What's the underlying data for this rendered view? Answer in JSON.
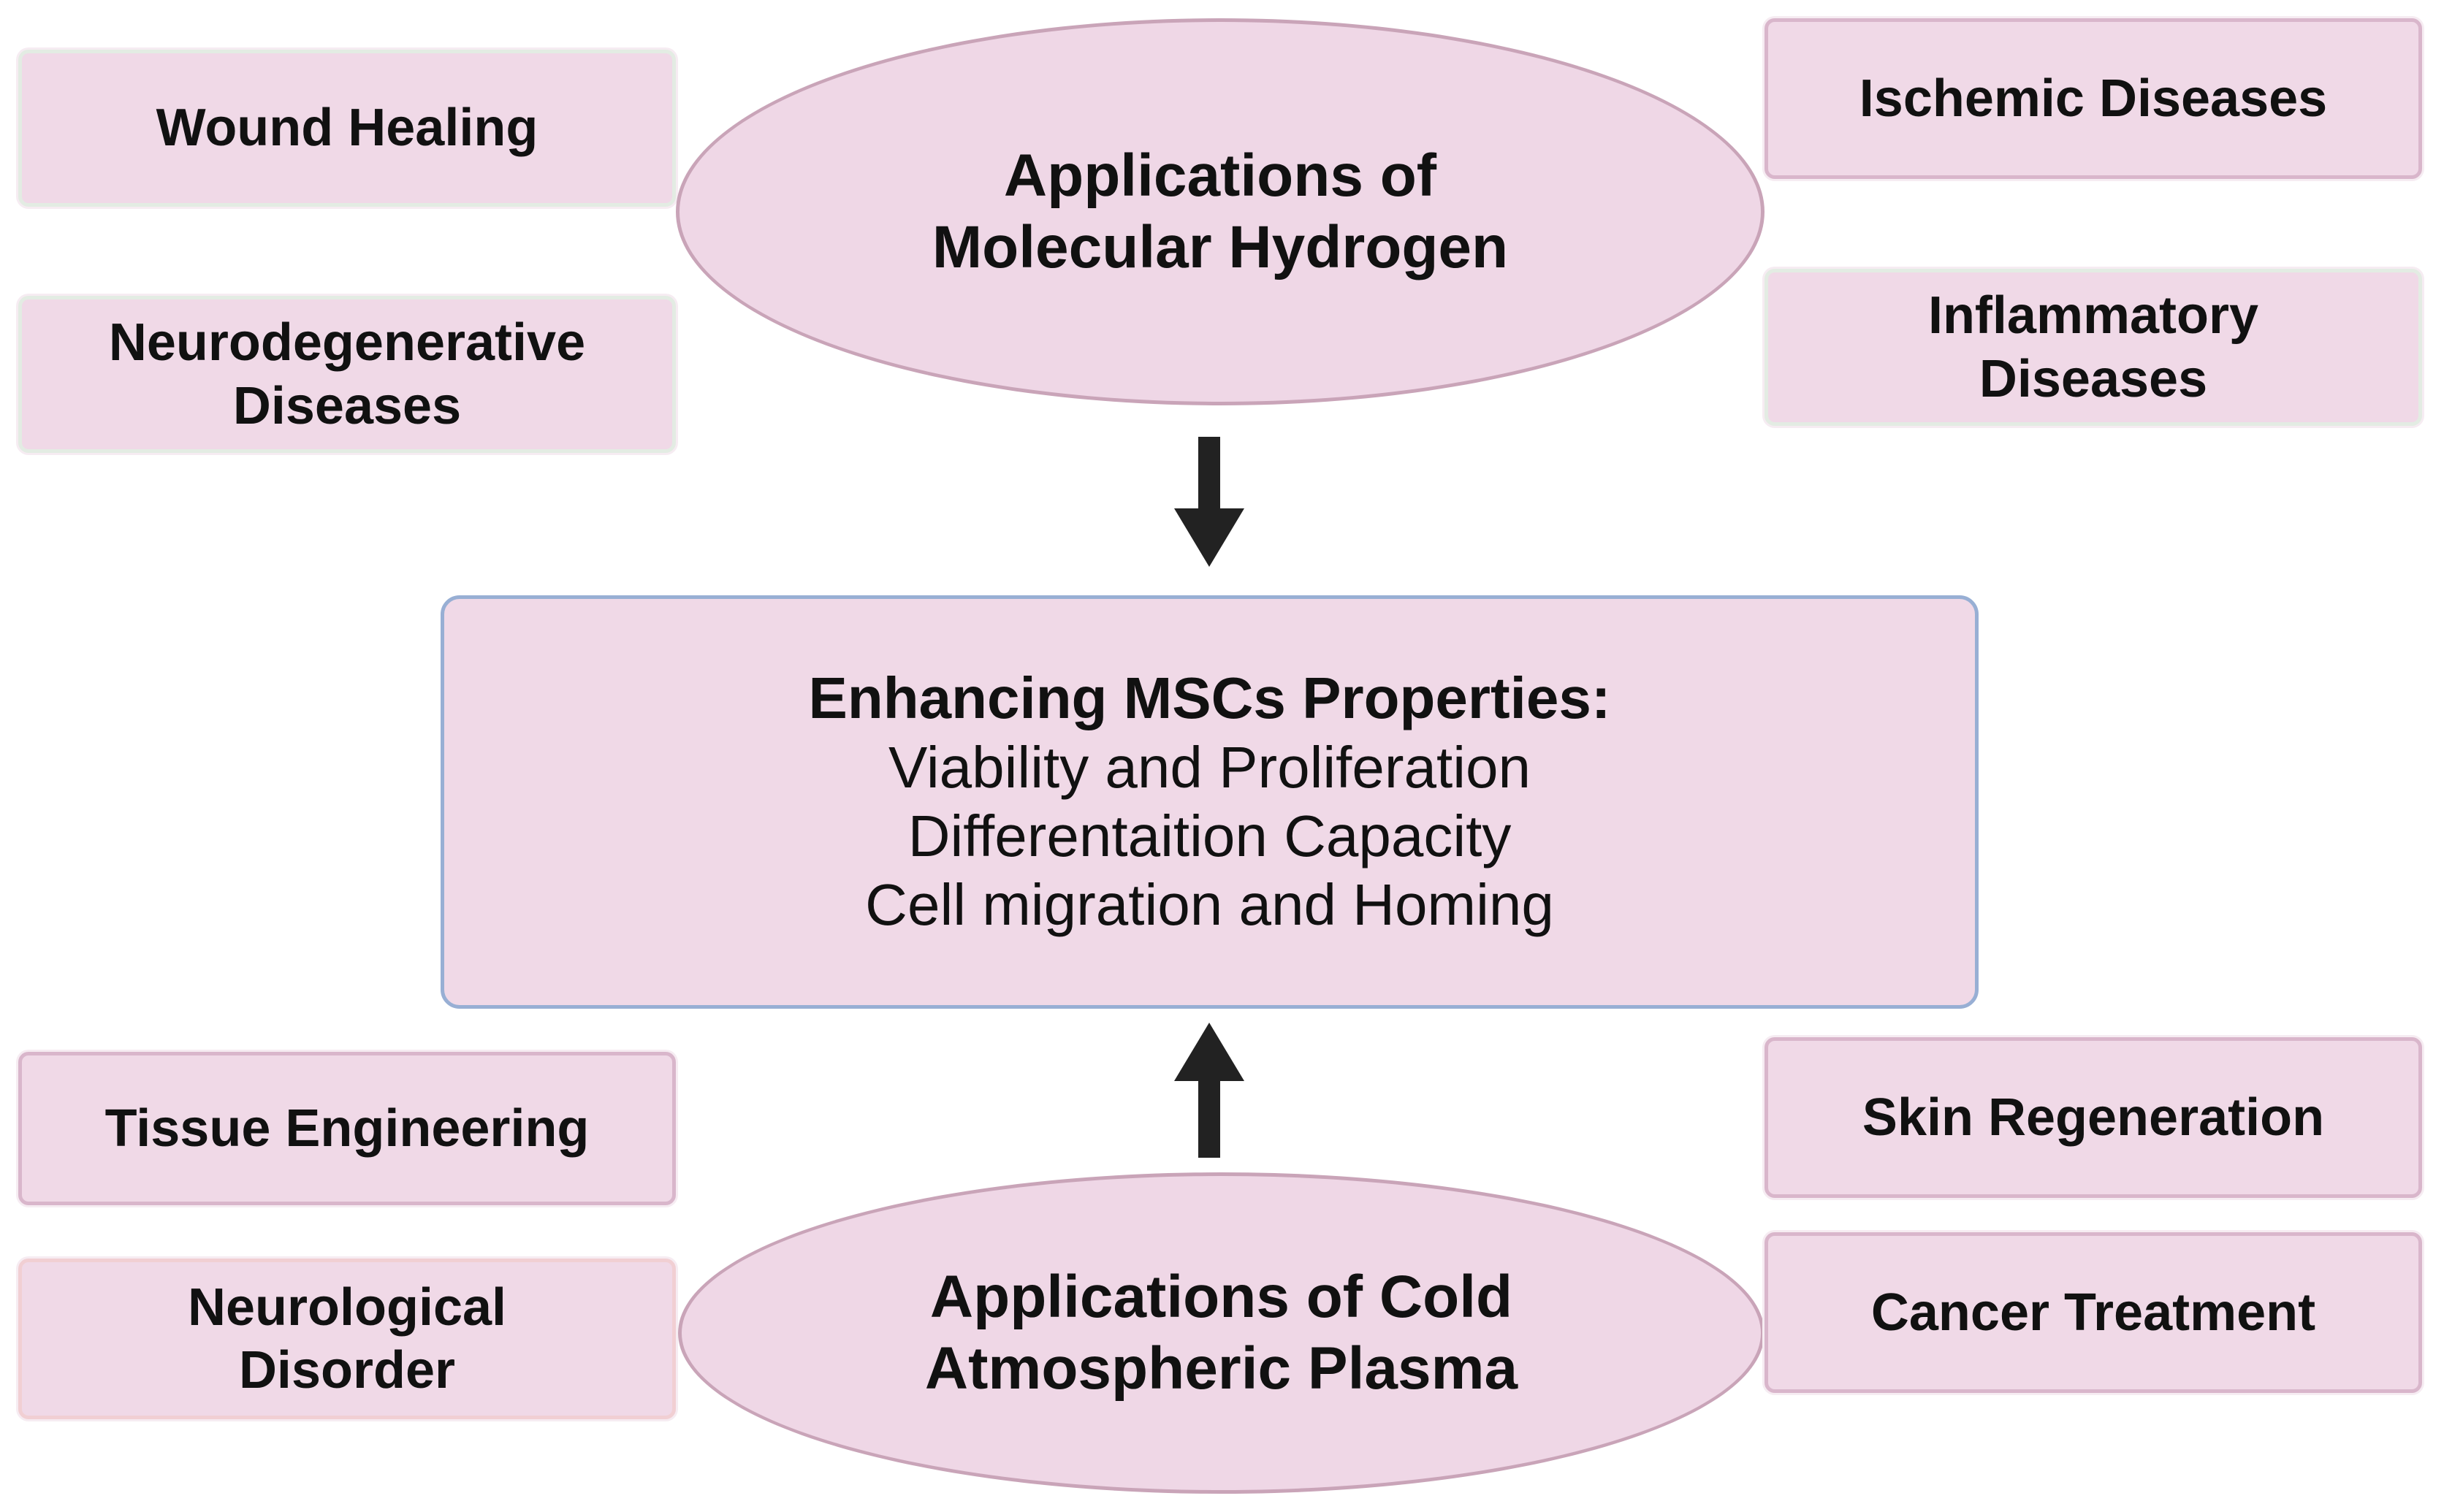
{
  "hydrogen": {
    "title_line1": "Applications of",
    "title_line2": "Molecular Hydrogen",
    "left_items": [
      {
        "line1": "Wound Healing",
        "line2": ""
      },
      {
        "line1": "Neurodegenerative",
        "line2": "Diseases"
      }
    ],
    "right_items": [
      {
        "line1": "Ischemic Diseases",
        "line2": ""
      },
      {
        "line1": "Inflammatory",
        "line2": "Diseases"
      }
    ]
  },
  "center": {
    "title": "Enhancing MSCs Properties:",
    "lines": [
      "Viability and Proliferation",
      "Differentaition Capacity",
      "Cell migration and Homing"
    ]
  },
  "plasma": {
    "title_line1": "Applications of Cold",
    "title_line2": "Atmospheric Plasma",
    "left_items": [
      {
        "line1": "Tissue Engineering",
        "line2": ""
      },
      {
        "line1": "Neurological",
        "line2": "Disorder"
      }
    ],
    "right_items": [
      {
        "line1": "Skin Regeneration",
        "line2": ""
      },
      {
        "line1": "Cancer Treatment",
        "line2": ""
      }
    ]
  },
  "colors": {
    "box_fill": "#f0d9e7",
    "box_border": "#e4c3d6",
    "central_border": "#98afd4",
    "arrow": "#222222"
  }
}
